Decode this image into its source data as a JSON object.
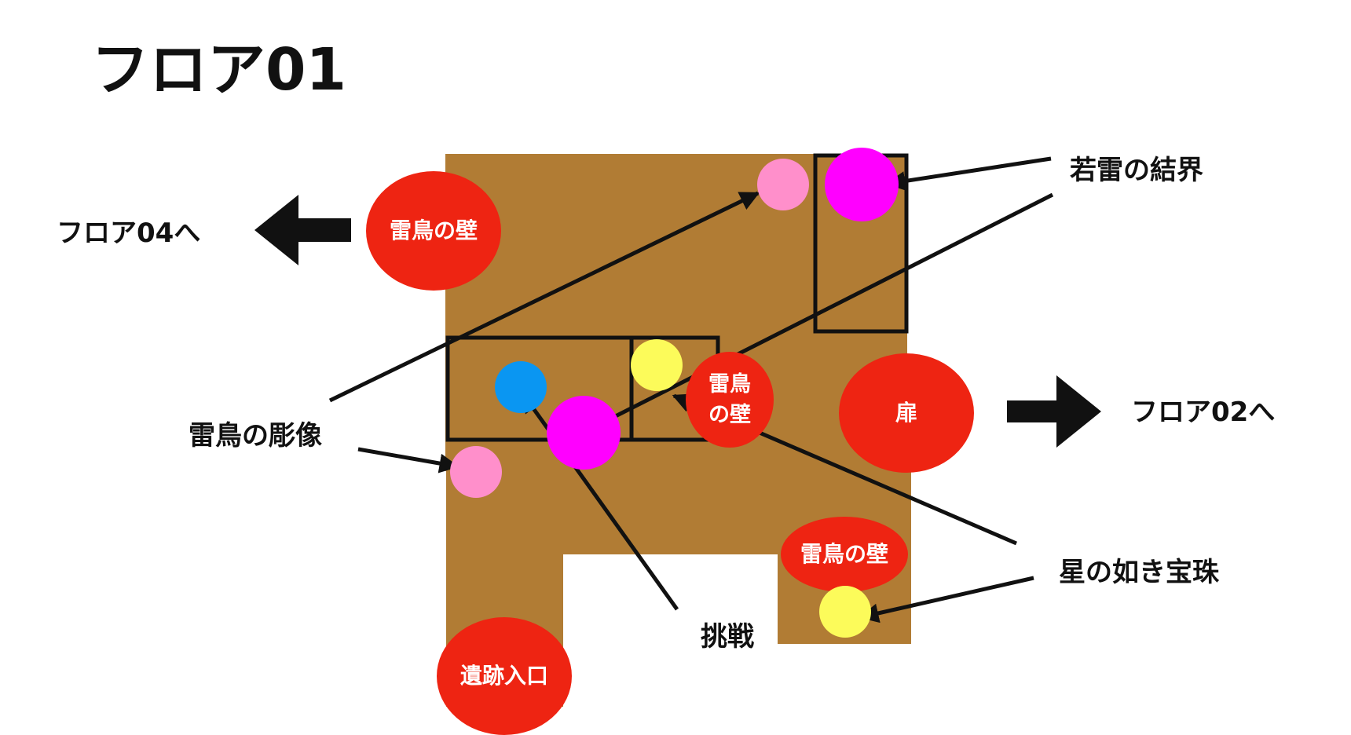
{
  "title": "フロア01",
  "colors": {
    "room": "#b17c34",
    "wall_node": "#ee2412",
    "statue": "#ff8fcb",
    "barrier": "#ff00ff",
    "orb": "#fcfb5a",
    "challenge": "#0a96f2",
    "outline": "#111111"
  },
  "exits": {
    "left_label": "フロア04へ",
    "right_label": "フロア02へ"
  },
  "nodes": {
    "wall_top_left": "雷鳥の壁",
    "wall_center": "雷鳥\nの壁",
    "door": "扉",
    "wall_bottom_right": "雷鳥の壁",
    "entrance": "遺跡入口"
  },
  "callouts": {
    "barrier": "若雷の結界",
    "statue": "雷鳥の彫像",
    "orb": "星の如き宝珠",
    "challenge": "挑戦"
  }
}
